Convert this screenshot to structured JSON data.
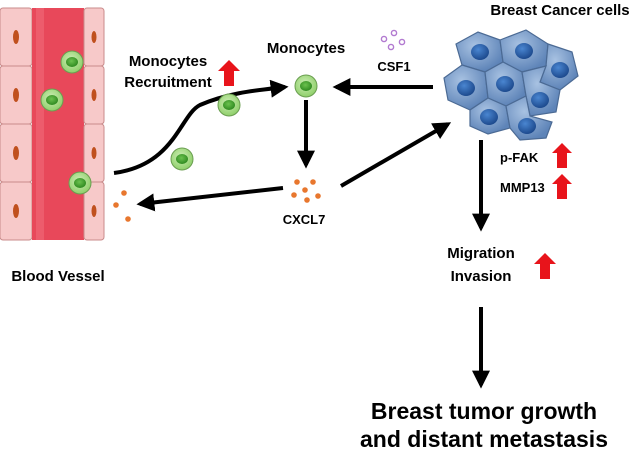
{
  "labels": {
    "breast_cancer_cells": "Breast Cancer cells",
    "monocytes": "Monocytes",
    "monocytes_recruitment_line1": "Monocytes",
    "monocytes_recruitment_line2": "Recruitment",
    "csf1": "CSF1",
    "cxcl7": "CXCL7",
    "blood_vessel": "Blood Vessel",
    "pfak": "p-FAK",
    "mmp13": "MMP13",
    "migration": "Migration",
    "invasion": "Invasion",
    "outcome_line1": "Breast tumor growth",
    "outcome_line2": "and distant metastasis"
  },
  "colors": {
    "vessel_lumen": "#e8485a",
    "vessel_wall_cell": "#f7c9c9",
    "vessel_cell_nucleus": "#c0501e",
    "monocyte_fill": "#8fcf6a",
    "monocyte_nucleus": "#3e9a2a",
    "cancer_cell": "#7a9cc6",
    "cancer_nucleus": "#2b5fa8",
    "csf1_dots": "#c9a0dc",
    "cxcl7_dots": "#e8772e",
    "up_arrow": "#e8141b",
    "flow_arrow": "#000000"
  },
  "icons": {
    "up_indicator": "red-up-arrow-icon"
  }
}
